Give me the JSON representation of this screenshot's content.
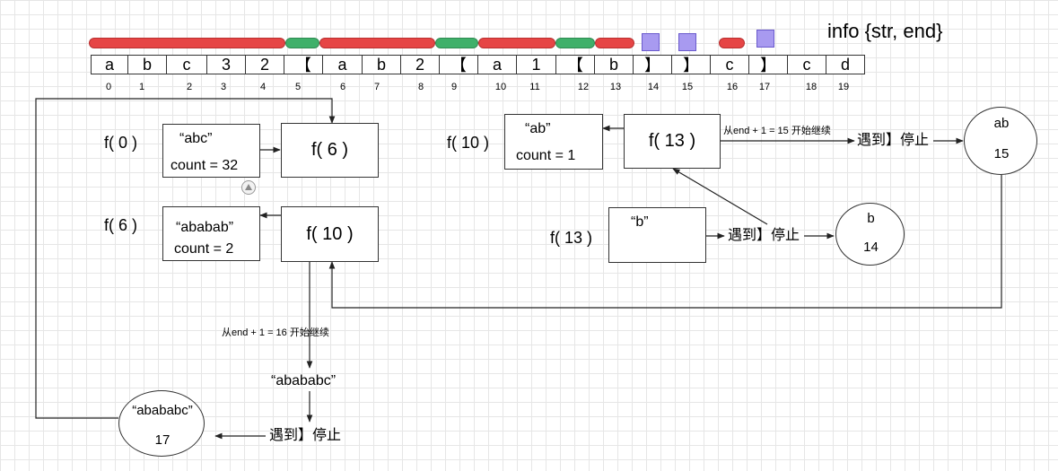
{
  "title": "info {str, end}",
  "cells": [
    "a",
    "b",
    "c",
    "3",
    "2",
    "【",
    "a",
    "b",
    "2",
    "【",
    "a",
    "1",
    "【",
    "b",
    "】",
    "】",
    "c",
    "】",
    "c",
    "d"
  ],
  "indices": [
    "0",
    "1",
    "2",
    "3",
    "4",
    "5",
    "6",
    "7",
    "8",
    "9",
    "10",
    "11",
    "12",
    "13",
    "14",
    "15",
    "16",
    "17",
    "18",
    "19"
  ],
  "bars": [
    {
      "color": "red"
    },
    {
      "color": "green"
    },
    {
      "color": "red"
    },
    {
      "color": "green"
    },
    {
      "color": "red"
    },
    {
      "color": "green"
    },
    {
      "color": "red"
    },
    {
      "color": "red"
    }
  ],
  "squares": 3,
  "colors": {
    "red": "#e64545",
    "green": "#3fb06a",
    "purple": "#a89af0"
  },
  "calls": {
    "f0_label": "f( 0 )",
    "f0_info_str": "“abc”",
    "f0_info_count": "count = 32",
    "f0_child": "f( 6 )",
    "f6_label": "f( 6 )",
    "f6_info_str": "“ababab”",
    "f6_info_count": "count = 2",
    "f6_child": "f( 10 )",
    "f10_label": "f( 10 )",
    "f10_info_str": "“ab”",
    "f10_info_count": "count = 1",
    "f10_child": "f( 13 )",
    "f13_label": "f( 13 )",
    "f13_info_str": "“b”"
  },
  "notes": {
    "continue_15": "从end + 1 = 15 开始继续",
    "continue_16": "从end + 1 = 16 开始继续",
    "stop": "遇到】停止",
    "result_f10": "“abababc”"
  },
  "results": {
    "r_ab_str": "ab",
    "r_ab_end": "15",
    "r_b_str": "b",
    "r_b_end": "14",
    "r_final_str": "“abababc”",
    "r_final_end": "17"
  }
}
